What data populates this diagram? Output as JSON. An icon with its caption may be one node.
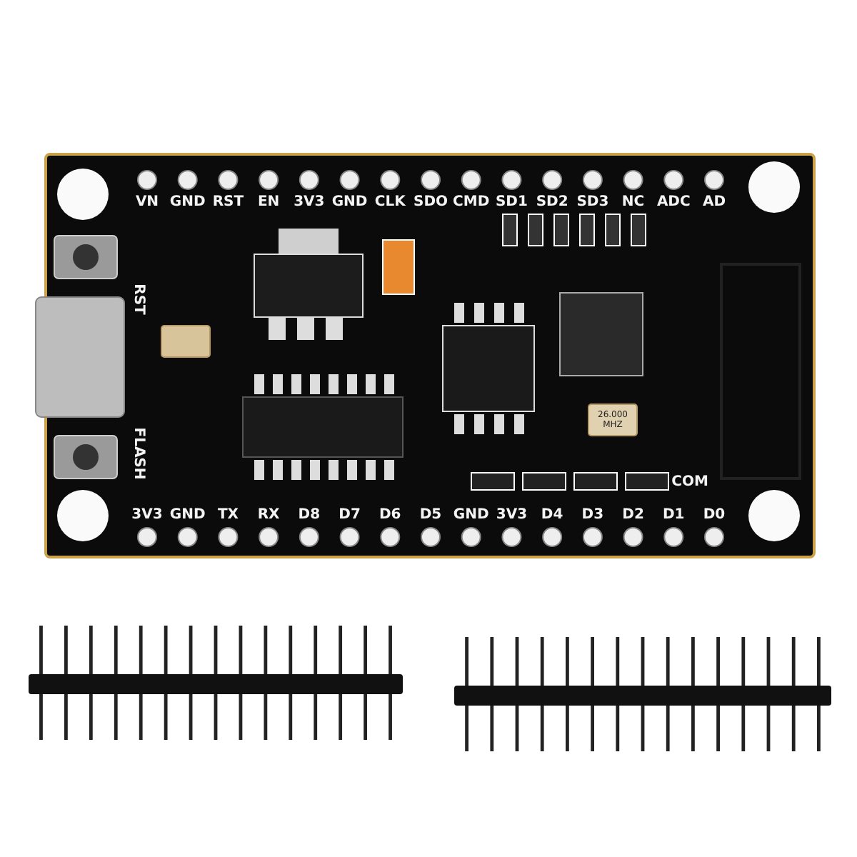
{
  "diagram": {
    "labels": [
      "VN",
      "GND",
      "RST",
      "EN",
      "3V3",
      "GND",
      "CLK",
      "SDO",
      "CMD",
      "SD1",
      "SD2",
      "SD3",
      "NC",
      "ADC",
      "AD",
      "RST",
      "26.000 MHZ",
      "COM",
      "FLASH",
      "3V3",
      "GND",
      "TX",
      "RX",
      "D8",
      "D7",
      "D6",
      "D5",
      "GND",
      "3V3",
      "D4",
      "D3",
      "D2",
      "D1",
      "D0"
    ]
  }
}
